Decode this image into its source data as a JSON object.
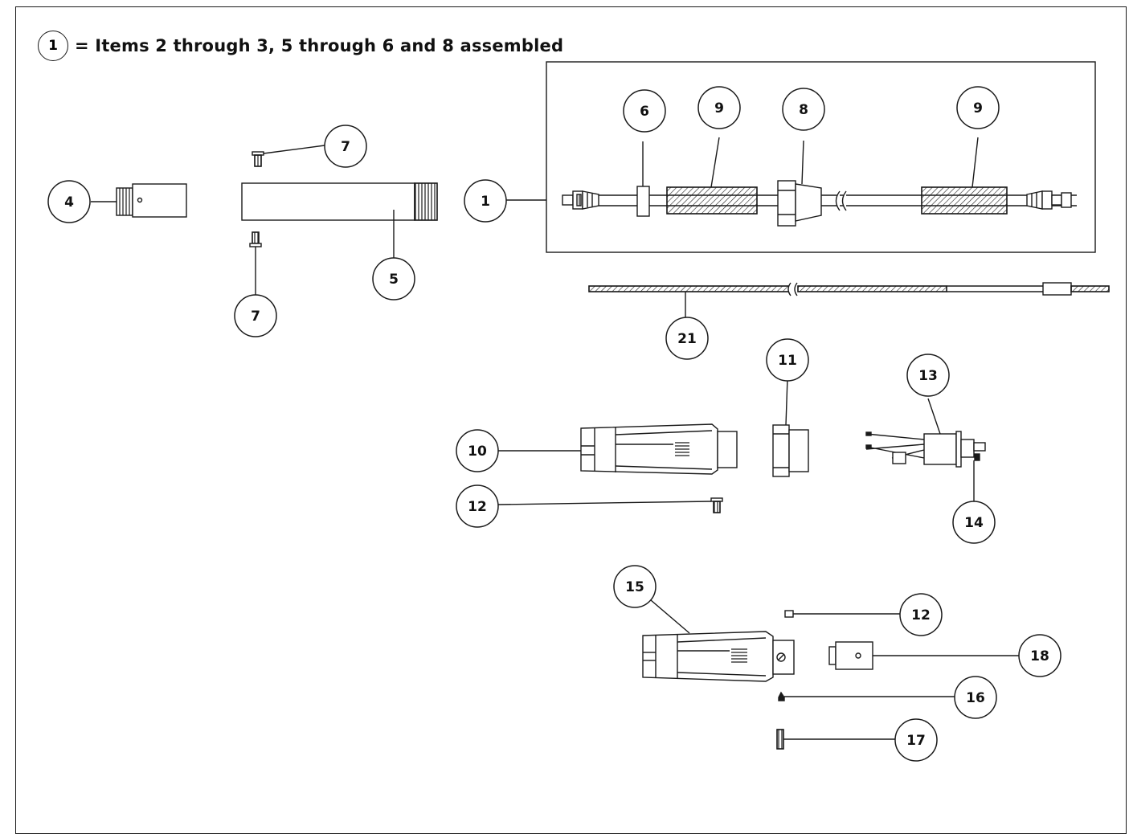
{
  "header": {
    "callout_number": "1",
    "note": "= Items 2 through 3, 5 through 6 and 8 assembled"
  },
  "callouts": {
    "c4": "4",
    "c7_top": "7",
    "c7_bottom": "7",
    "c5": "5",
    "c1": "1",
    "c6": "6",
    "c9_left": "9",
    "c8": "8",
    "c9_right": "9",
    "c21": "21",
    "c11": "11",
    "c13": "13",
    "c10": "10",
    "c12_top": "12",
    "c14": "14",
    "c15": "15",
    "c12_bottom": "12",
    "c18": "18",
    "c16": "16",
    "c17": "17"
  },
  "colors": {
    "line": "#1a1a1a",
    "background": "#ffffff"
  }
}
